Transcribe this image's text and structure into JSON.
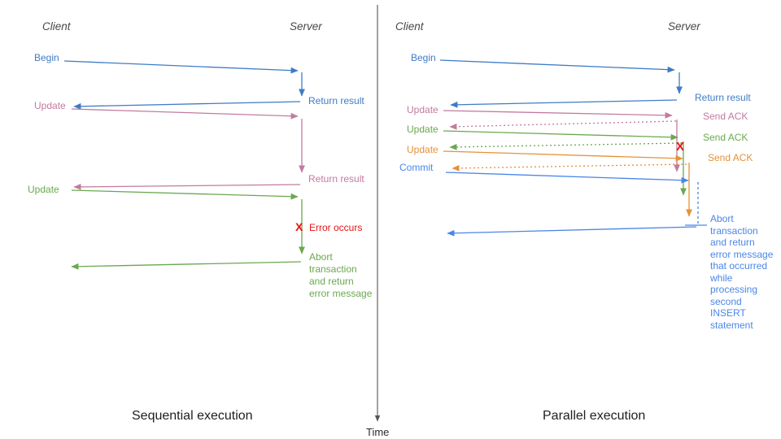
{
  "colors": {
    "blue": "#3e7cc7",
    "blue_light": "#4a86e8",
    "pink": "#c27ba0",
    "green": "#6aa84f",
    "orange": "#e69138",
    "red": "#e81313",
    "axis_gray": "#555555"
  },
  "time_axis": {
    "label": "Time"
  },
  "left": {
    "title": "Sequential execution",
    "client_header": "Client",
    "server_header": "Server",
    "begin": "Begin",
    "return_result1": "Return result",
    "update1": "Update",
    "return_result2": "Return result",
    "update2": "Update",
    "error_x": "X",
    "error_occurs": "Error occurs",
    "abort_text": "Abort\ntransaction\nand return\nerror message"
  },
  "right": {
    "title": "Parallel execution",
    "client_header": "Client",
    "server_header": "Server",
    "begin": "Begin",
    "return_result": "Return result",
    "update1": "Update",
    "send_ack1": "Send ACK",
    "update2": "Update",
    "send_ack2": "Send ACK",
    "update3": "Update",
    "send_ack3": "Send ACK",
    "commit": "Commit",
    "error_x": "X",
    "abort_text": "Abort\ntransaction\nand return\nerror message\nthat occurred\nwhile\nprocessing\nsecond\nINSERT\nstatement"
  }
}
